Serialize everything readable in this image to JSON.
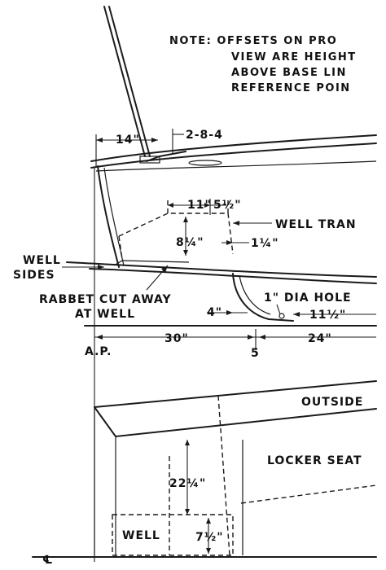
{
  "note": {
    "lines": [
      "NOTE: OFFSETS ON PRO",
      "VIEW ARE HEIGHT",
      "ABOVE BASE LIN",
      "REFERENCE POIN"
    ]
  },
  "labels": {
    "dim_top": "14\"",
    "dim_top_code": "2-8-4",
    "dim_11": "11\"",
    "dim_5_5": "5½\"",
    "well_transom": "WELL TRAN",
    "dim_8_25": "8¼\"",
    "dim_1_25": "1¼\"",
    "well": "WELL",
    "sides": "SIDES",
    "rabbet_1": "RABBET CUT AWAY",
    "rabbet_2": "AT WELL",
    "hole": "1\" DIA HOLE",
    "dim_4": "4\"",
    "dim_11_5": "11½\"",
    "ap": "A.P.",
    "dim_30": "30\"",
    "station": "5",
    "dim_24": "24\"",
    "outside": "OUTSIDE",
    "locker_seat": "LOCKER SEAT",
    "dim_22_25": "22¼\"",
    "well_plan": "WELL",
    "dim_7_5": "7½\"",
    "centerline": "℄"
  }
}
